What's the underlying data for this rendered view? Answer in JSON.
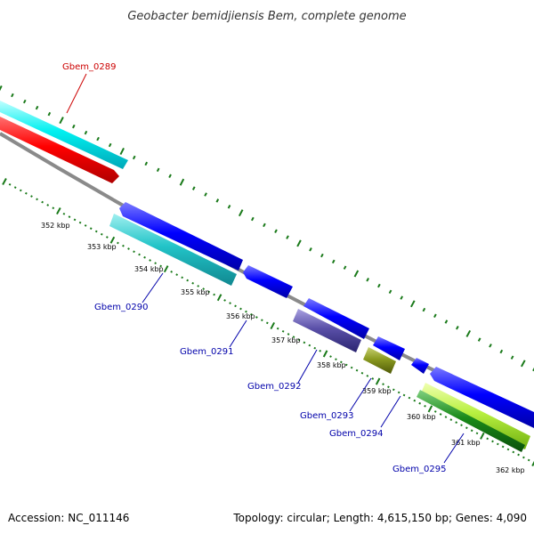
{
  "title": "Geobacter bemidjiensis Bem, complete genome",
  "footer": {
    "accession": "Accession: NC_011146",
    "summary": "Topology: circular; Length: 4,615,150 bp; Genes: 4,090"
  },
  "colors": {
    "backbone": "#8a8a8a",
    "tick": "#1a7a1a",
    "label_red": "#cc0000",
    "label_blue": "#0000aa"
  },
  "ticks": [
    {
      "label": "352 kbp"
    },
    {
      "label": "353 kbp"
    },
    {
      "label": "354 kbp"
    },
    {
      "label": "355 kbp"
    },
    {
      "label": "356 kbp"
    },
    {
      "label": "357 kbp"
    },
    {
      "label": "358 kbp"
    },
    {
      "label": "359 kbp"
    },
    {
      "label": "360 kbp"
    },
    {
      "label": "361 kbp"
    },
    {
      "label": "362 kbp"
    }
  ],
  "gene_labels": [
    {
      "text": "Gbem_0289",
      "color": "#cc0000"
    },
    {
      "text": "Gbem_0290",
      "color": "#0000aa"
    },
    {
      "text": "Gbem_0291",
      "color": "#0000aa"
    },
    {
      "text": "Gbem_0292",
      "color": "#0000aa"
    },
    {
      "text": "Gbem_0293",
      "color": "#0000aa"
    },
    {
      "text": "Gbem_0294",
      "color": "#0000aa"
    },
    {
      "text": "Gbem_0295",
      "color": "#0000aa"
    }
  ]
}
